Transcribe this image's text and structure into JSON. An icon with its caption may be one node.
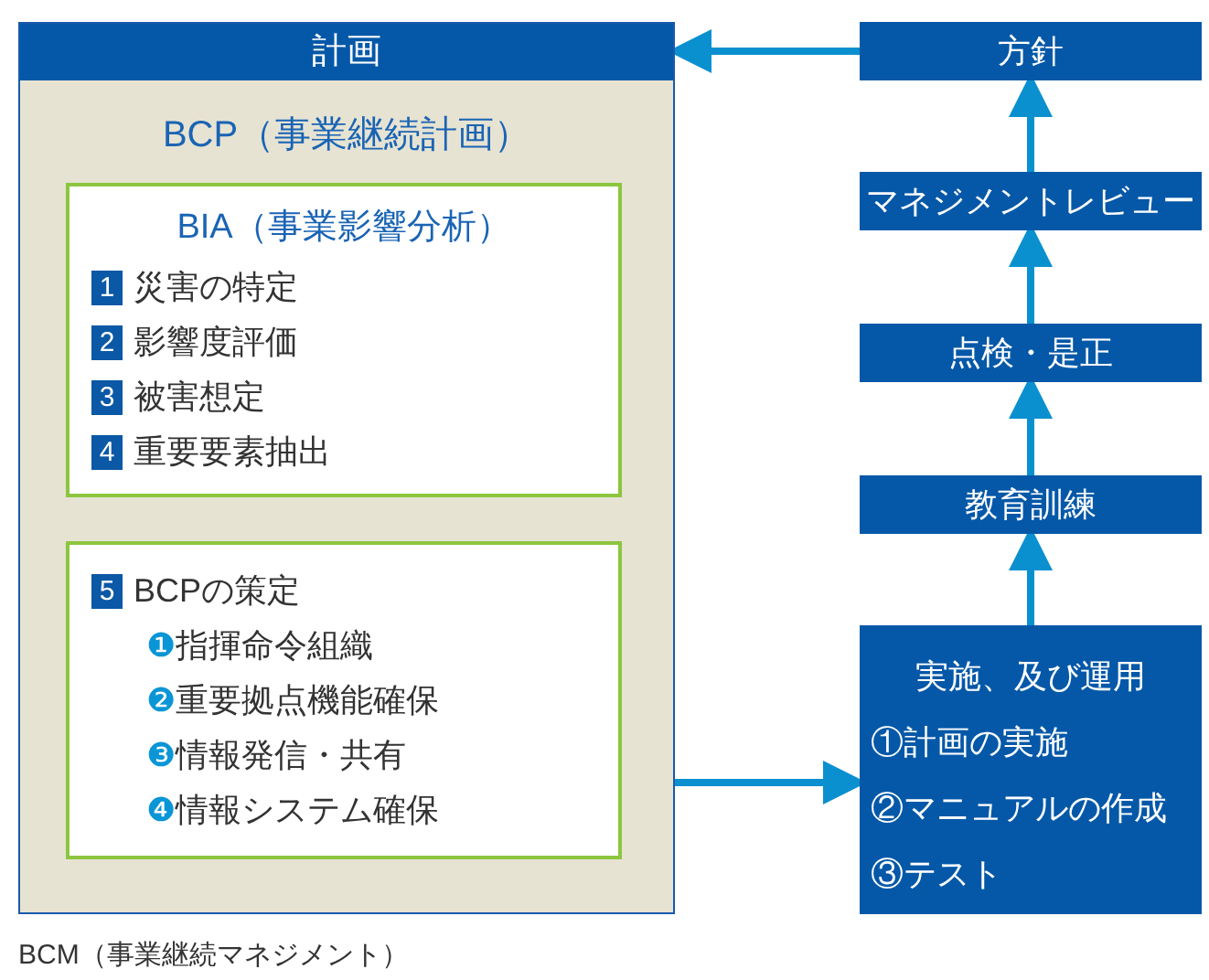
{
  "diagram": {
    "nodes": [
      {
        "text": [
          "計画",
          "BCP（事業継続計画）"
        ]
      },
      {
        "text": [
          "BIA（事業影響分析）",
          "1 災害の特定",
          "2 影響度評価",
          "3 被害想定",
          "4 重要要素抽出"
        ],
        "in": 0
      },
      {
        "text": [
          "5 BCPの策定",
          "❶指揮命令組織",
          "❷重要拠点機能確保",
          "❸情報発信・共有",
          "❹情報システム確保"
        ],
        "in": 0
      },
      {
        "text": [
          "方針"
        ]
      },
      {
        "text": [
          "マネジメントレビュー"
        ]
      },
      {
        "text": [
          "点検・是正"
        ]
      },
      {
        "text": [
          "教育訓練"
        ]
      },
      {
        "text": [
          "実施、及び運用",
          "①計画の実施",
          "②マニュアルの作成",
          "③テスト"
        ]
      }
    ],
    "edges": [
      {
        "from": 3,
        "to": 0,
        "arrow": "to"
      },
      {
        "from": 4,
        "to": 3,
        "arrow": "to"
      },
      {
        "from": 5,
        "to": 4,
        "arrow": "to"
      },
      {
        "from": 6,
        "to": 5,
        "arrow": "to"
      },
      {
        "from": 7,
        "to": 6,
        "arrow": "to"
      },
      {
        "from": 0,
        "to": 7,
        "arrow": "to"
      }
    ],
    "labels": [
      "BCM（事業継続マネジメント）"
    ]
  }
}
